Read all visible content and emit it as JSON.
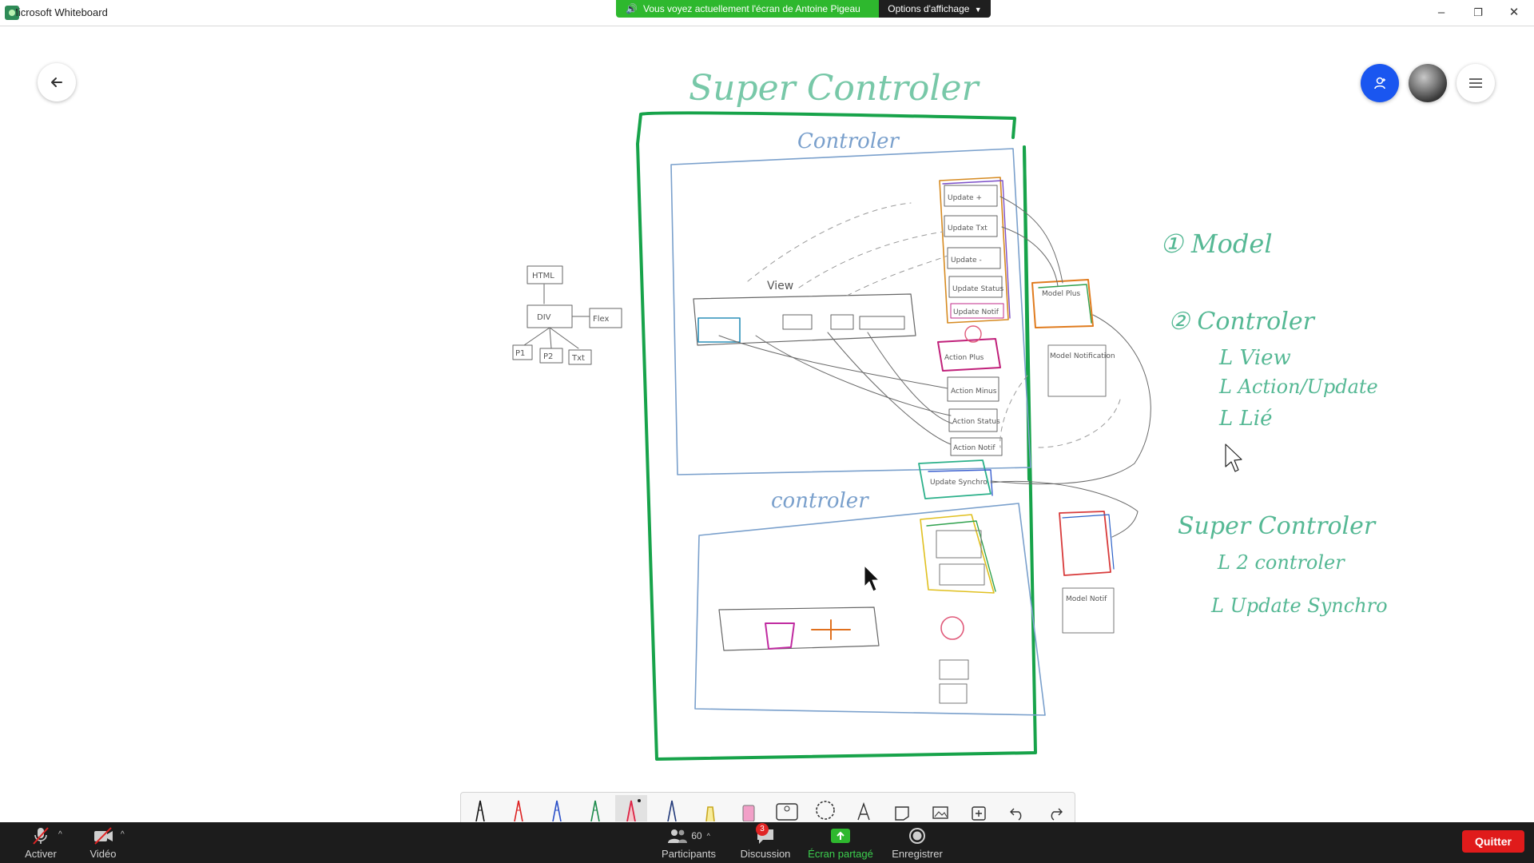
{
  "window": {
    "title": "Microsoft Whiteboard",
    "minimize_label": "–",
    "restore_label": "❐",
    "close_label": "✕"
  },
  "share_banner": {
    "text": "Vous voyez actuellement l'écran de Antoine Pigeau",
    "options_label": "Options d'affichage",
    "color": "#2eb82e"
  },
  "whiteboard": {
    "back_icon": "arrow-left-icon",
    "invite_icon": "add-person-icon",
    "menu_icon": "hamburger-menu-icon",
    "accent": "#1a56f0",
    "sketch": {
      "top_title": "Super Controler",
      "inner_top_label": "Controler",
      "inner_bottom_label": "controler",
      "view_label": "View",
      "side_notes": [
        "① Model",
        "② Controler",
        "L View",
        "L Action/Update",
        "L Lié"
      ],
      "super_notes": [
        "Super Controler",
        "L 2 controler",
        "L Update Synchro"
      ],
      "tree_labels": [
        "HTML",
        "DIV",
        "Flex",
        "P1",
        "P2",
        "Txt"
      ],
      "box_labels": [
        "Update +",
        "Update Txt",
        "Update -",
        "Update Status",
        "Update Notif",
        "Action Plus",
        "Action Minus",
        "Action Status",
        "Action Notif",
        "Update Synchro",
        "Model Plus",
        "Model Notification",
        "Model Notif"
      ],
      "colors": {
        "green": "#17a34a",
        "blue": "#7aa0cc",
        "ink": "#555555",
        "teal": "#55b894"
      }
    }
  },
  "tool_palette": {
    "tools": [
      "pen-black-icon",
      "pen-red-icon",
      "pen-blue-icon",
      "pen-green-icon",
      "pen-selected-icon",
      "pen-navy-icon",
      "highlighter-icon",
      "eraser-icon",
      "ruler-icon",
      "lasso-icon",
      "text-icon",
      "sticky-note-icon",
      "image-icon",
      "insert-icon",
      "undo-icon",
      "redo-icon"
    ]
  },
  "meeting_bar": {
    "mute_label": "Activer",
    "video_label": "Vidéo",
    "participants_label": "Participants",
    "participants_count": "60",
    "chat_label": "Discussion",
    "chat_badge": "3",
    "share_label": "Écran partagé",
    "record_label": "Enregistrer",
    "quit_label": "Quitter",
    "quit_color": "#e01b1b"
  }
}
